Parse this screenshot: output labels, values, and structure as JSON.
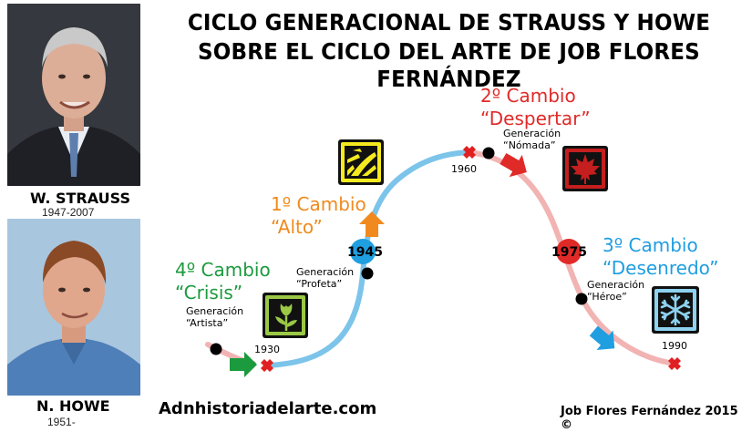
{
  "title": {
    "line1": "CICLO GENERACIONAL DE STRAUSS Y HOWE",
    "line2": "SOBRE EL CICLO DEL ARTE DE JOB FLORES FERNÁNDEZ"
  },
  "people": [
    {
      "name": "W. STRAUSS",
      "years": "1947-2007"
    },
    {
      "name": "N. HOWE",
      "years": "1951-"
    }
  ],
  "changes": {
    "first": {
      "line1": "1º Cambio",
      "line2": "“Alto”",
      "color": "#f08a1e"
    },
    "second": {
      "line1": "2º Cambio",
      "line2": "“Despertar”",
      "color": "#e02a28"
    },
    "third": {
      "line1": "3º Cambio",
      "line2": "“Desenredo”",
      "color": "#1f9ee0"
    },
    "fourth": {
      "line1": "4º Cambio",
      "line2": "“Crisis”",
      "color": "#1c9a3e"
    }
  },
  "generations": {
    "artista": {
      "line1": "Generación",
      "line2": "“Artista”"
    },
    "profeta": {
      "line1": "Generación",
      "line2": "“Profeta”"
    },
    "nomada": {
      "line1": "Generación",
      "line2": "“Nómada”"
    },
    "heroe": {
      "line1": "Generación",
      "line2": "“Héroe”"
    }
  },
  "years": {
    "y1930": "1930",
    "y1945": "1945",
    "y1960": "1960",
    "y1975": "1975",
    "y1990": "1990"
  },
  "footer": {
    "site": "Adnhistoriadelarte.com",
    "credit": "Job Flores Fernández 2015 ©"
  },
  "colors": {
    "curve_blue": "#7cc4ea",
    "curve_pink": "#f2b3b3",
    "marker_red": "#e02020",
    "green": "#1c9a3e",
    "orange": "#f08a1e",
    "red": "#e02a28",
    "blue": "#1f9ee0"
  },
  "icons": [
    "burst-icon",
    "maple-leaf-icon",
    "snowflake-icon",
    "flower-icon"
  ]
}
